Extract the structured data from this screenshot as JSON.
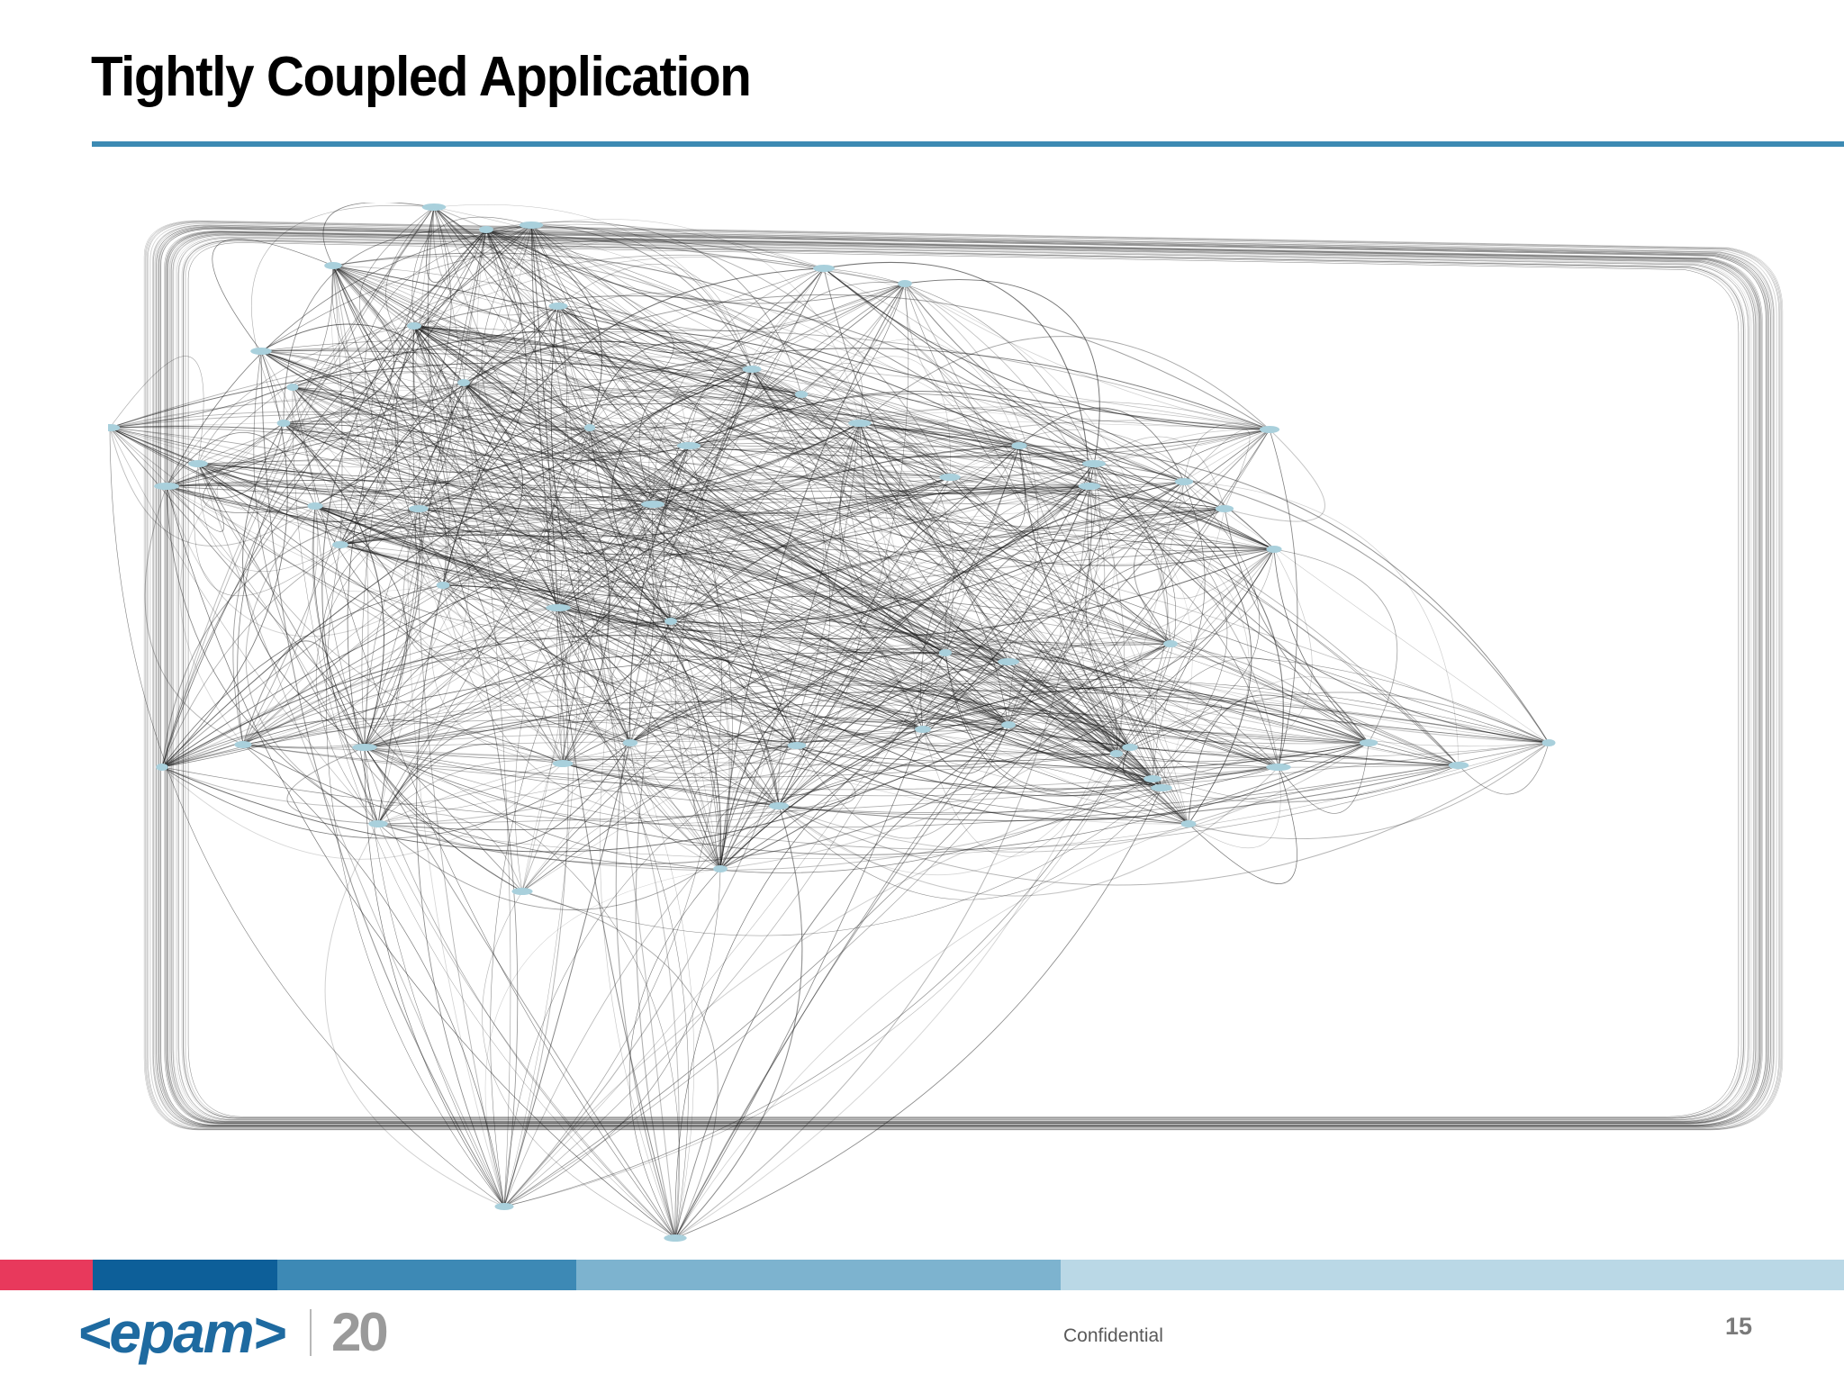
{
  "slide": {
    "title": "Tightly Coupled Application"
  },
  "diagram": {
    "type": "dependency-graph",
    "node_color": "#a9d0dc",
    "edge_color": "#1a1a1a"
  },
  "footer": {
    "bar_colors": [
      "#e8395c",
      "#0d5f99",
      "#3d89b5",
      "#7db3cf",
      "#bad8e6"
    ],
    "logo_text": "<epam>",
    "logo_number": "20",
    "confidential_label": "Confidential",
    "page_number": "15"
  }
}
